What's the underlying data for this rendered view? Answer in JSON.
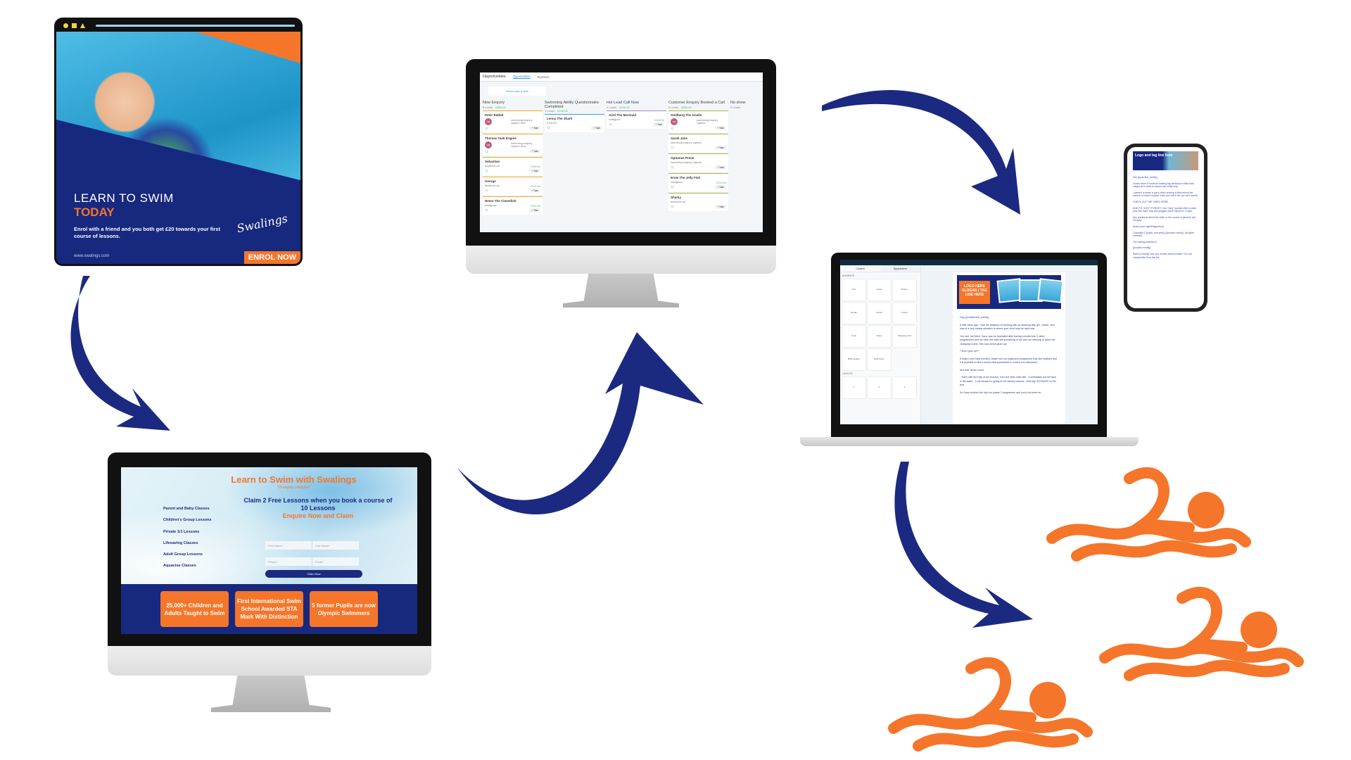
{
  "colors": {
    "navy": "#17287f",
    "orange": "#f5762a",
    "arrow": "#1b2a80"
  },
  "ad": {
    "title": "LEARN TO SWIM",
    "highlight": "TODAY",
    "body": "Enrol with a friend and you both get £20 towards your first course of lessons.",
    "url": "www.swalings.com",
    "logo": "Swalings",
    "cta": "ENROL NOW"
  },
  "landing": {
    "title": "Learn to Swim with Swalings",
    "tagline": "\"Changing Lifestyles\"",
    "claim": "Claim 2 Free Lessons when you book a course of 10 Lessons",
    "enquire": "Enquire Now and Claim",
    "classes": [
      "Parent and Baby Classes",
      "Children's Group Lessons",
      "Private 1/1 Lessons",
      "Lifesaving Classes",
      "Adult Group Lessons",
      "Aquacise Classes"
    ],
    "form": {
      "first": "First Name*",
      "last": "Last Name*",
      "phone": "Phone*",
      "email": "Email*",
      "submit": "Claim Now"
    },
    "stats": [
      "25,000+ Children and Adults Taught to Swim",
      "First International Swim School Awarded STA Mark With Distinction",
      "5 former Pupils are now Olympic Swimmers"
    ]
  },
  "crm": {
    "heading": "Opportunities",
    "tabs": [
      "Opportunities",
      "Pipelines"
    ],
    "date": "Select date & time",
    "task": "+ Task",
    "columns": [
      {
        "name": "New Enquiry",
        "leads": "5 Leads",
        "value": "£500.00",
        "color": "#f5a623",
        "cards": [
          {
            "name": "Peter Rabbit",
            "avatar": "SM",
            "source": "swimming enquiry capture form"
          },
          {
            "name": "Thomas Tank Engine",
            "avatar": "SM",
            "source": "swimming enquiry capture form"
          },
          {
            "name": "Sebastian",
            "source": "facebook ad",
            "value": "£100.00"
          },
          {
            "name": "George",
            "source": "facebook ad",
            "value": "£100.00"
          },
          {
            "name": "Nemo The Clownfish",
            "source": "instagram",
            "value": "£100.00"
          }
        ]
      },
      {
        "name": "Swimming Ability Questionnaire Completed",
        "leads": "1 Leads",
        "value": "£100.00",
        "color": "#3ca0e0",
        "cards": [
          {
            "name": "Lenny The Shark",
            "source": "£100.00"
          }
        ]
      },
      {
        "name": "Hot Lead Call Now",
        "leads": "1 Leads",
        "value": "£100.00",
        "color": "#9b8ac4",
        "cards": [
          {
            "name": "Ariel The Mermaid",
            "source": "instagram",
            "value": "£100.00"
          }
        ]
      },
      {
        "name": "Customer Enquiry Booked a Call",
        "leads": "5 Leads",
        "value": "£500.00",
        "color": "#a4b83c",
        "cards": [
          {
            "name": "Goldberg The Goalie",
            "avatar": "SM",
            "source": "swimming enquiry capture"
          },
          {
            "name": "Sarah Jane",
            "source": "swimming enquiry capture"
          },
          {
            "name": "Optumus Prime",
            "source": "swimming enquiry capture"
          },
          {
            "name": "Ernie The Jelly Fish",
            "source": "instagram",
            "value": "£100.00"
          },
          {
            "name": "Sharky",
            "source": "facebook ad"
          }
        ]
      },
      {
        "name": "No show",
        "leads": "0 Leads",
        "value": "",
        "color": "#ccc",
        "cards": []
      }
    ]
  },
  "email_builder": {
    "tabs": [
      "Content",
      "Appearance"
    ],
    "elements_label": "ELEMENTS",
    "elements": [
      "Text",
      "Image",
      "Button",
      "Divider",
      "Social",
      "Footer",
      "Code",
      "Video",
      "Shopping Cart",
      "RSS Header",
      "RSS Items"
    ],
    "layouts_label": "LAYOUTS",
    "layouts": [
      "1",
      "2",
      "3"
    ],
    "banner": "LOGO HERE SLOGAN / TAG LINE HERE",
    "paragraphs": [
      "Hey {{contact.first_name}}",
      "A little while ago, I had the pleasure of working with an amazing little girl, Jessie, who was in a very similar situation to where your child may be right now.",
      "You see, her Mum, Sara, was so frustrated after having enrolled into 3 other programmes and her little one was still screaming or out and out refusing to leave the changing rooms. She had all but given up!",
      "**Don't give up!**",
      "It wasn't until Sara enrolled Jessie into our beginners programme that she realised that it is possible to find a school that specialises in scared non swimmers.",
      "and that Jessie could:",
      "- Swim with the help of her teacher, who she feels safe with - Comfortably put her face in the water - Look forward to going to her weekly classes - And say GOODBYE to the fear",
      "So Sara enrolled her into our phase 2 programme and you'd not even be"
    ]
  },
  "phone_email": {
    "banner": "Logo and tag line here",
    "paragraphs": [
      "Hey {{user.first_name}},",
      "I know when it comes to making big decisions a little extra insight as to what to expect can really help.",
      "I wanted to share a quick video sharing a little behind the scenes of what to expect when you enrol into our next course.",
      "CHECK OUT THE VIDEO HERE!",
      "AND P.S. DON'T FORGET: Your *very* special offer to claim your free swim bag and goggles which expires in 3 days.",
      "Any questions about the video or the course in general, just hit reply!",
      "{Insert your signoff/signature}",
      "Copyright © {{right_now.year}} {{location.name}}. All rights reserved.",
      "Our mailing address is:",
      "{{location.email}}",
      "Want to change how you receive these emails? You can unsubscribe from this list."
    ]
  }
}
